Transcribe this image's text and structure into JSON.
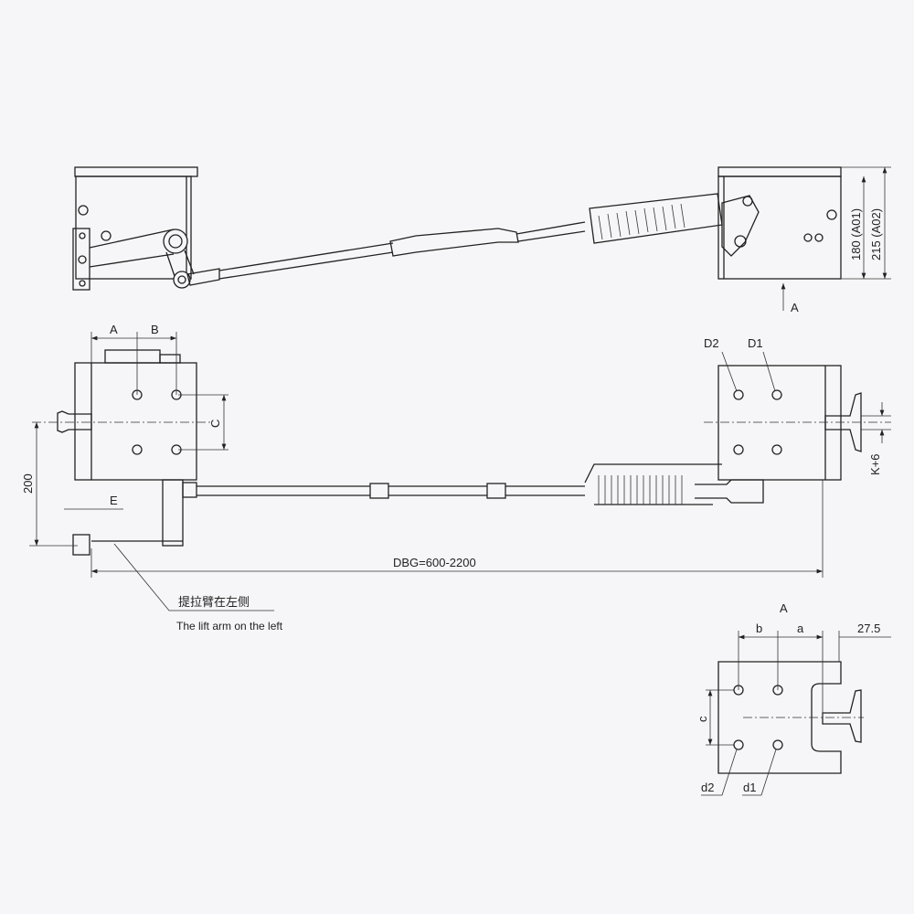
{
  "top_view": {
    "dim_180": "180 (A01)",
    "dim_215": "215 (A02)",
    "view_arrow": "A"
  },
  "plan_view": {
    "dim_a": "A",
    "dim_b": "B",
    "dim_c": "C",
    "dim_200": "200",
    "dim_e": "E",
    "label_d2": "D2",
    "label_d1": "D1",
    "dim_k6": "K+6",
    "dbg": "DBG=600-2200",
    "note_cn": "提拉臂在左侧",
    "note_en": "The lift arm  on the left"
  },
  "detail_view": {
    "title": "A",
    "dim_b": "b",
    "dim_a": "a",
    "dim_offset": "27.5",
    "dim_c": "c",
    "label_d2": "d2",
    "label_d1": "d1"
  }
}
